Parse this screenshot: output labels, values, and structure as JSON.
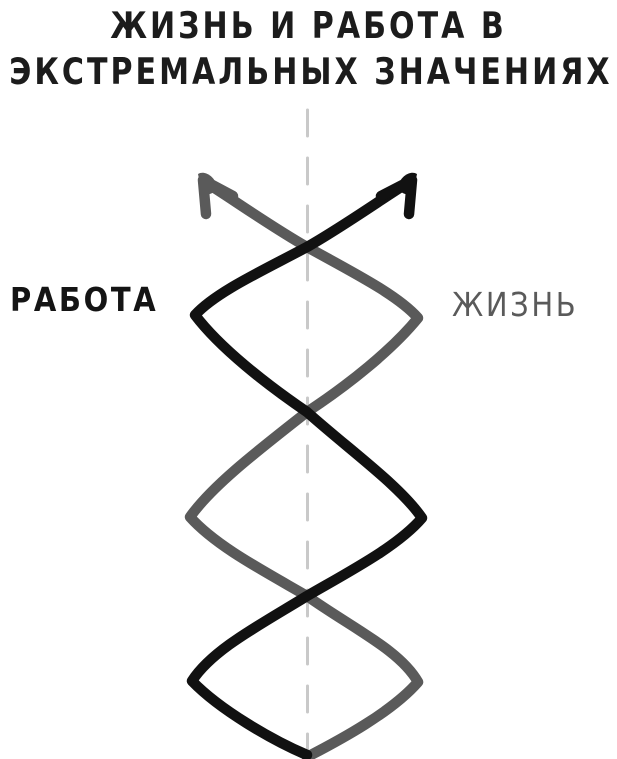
{
  "title": {
    "line1": "ЖИЗНЬ И РАБОТА В",
    "line2": "ЭКСТРЕМАЛЬНЫХ ЗНАЧЕНИЯХ"
  },
  "labels": {
    "work": "РАБОТА",
    "life": "ЖИЗНЬ"
  },
  "colors": {
    "work_line": "#111111",
    "life_line": "#5a5a5a",
    "axis_dashed": "#c9c9c9",
    "background": "#ffffff",
    "title_text": "#1c1c1c"
  },
  "chart_data": {
    "type": "line",
    "title": "ЖИЗНЬ И РАБОТА В ЭКСТРЕМАЛЬНЫХ ЗНАЧЕНИЯХ",
    "subtitle": "",
    "xlabel": "",
    "ylabel": "",
    "grid": false,
    "legend_position": "inline-left-right",
    "orientation": "vertical-axis-centered",
    "axis": {
      "center_x": 307,
      "style": "dashed",
      "top_y": 110,
      "bottom_y": 759
    },
    "xlim": [
      185,
      430
    ],
    "ylim": [
      170,
      759
    ],
    "series": [
      {
        "name": "РАБОТА",
        "color": "#111111",
        "label_side": "left",
        "arrow": {
          "present": true,
          "direction": "up-right",
          "x": 412,
          "y": 178
        },
        "points": [
          [
            307,
            755
          ],
          [
            192,
            681
          ],
          [
            307,
            596
          ],
          [
            422,
            518
          ],
          [
            307,
            412
          ],
          [
            195,
            315
          ],
          [
            307,
            247
          ],
          [
            412,
            178
          ]
        ]
      },
      {
        "name": "ЖИЗНЬ",
        "color": "#5a5a5a",
        "label_side": "right",
        "arrow": {
          "present": true,
          "direction": "up-left",
          "x": 202,
          "y": 178
        },
        "points": [
          [
            307,
            757
          ],
          [
            418,
            682
          ],
          [
            307,
            596
          ],
          [
            190,
            517
          ],
          [
            307,
            412
          ],
          [
            418,
            318
          ],
          [
            307,
            247
          ],
          [
            202,
            178
          ]
        ]
      }
    ],
    "annotations": [
      {
        "text": "РАБОТА",
        "x": 10,
        "y": 305,
        "color": "#141414"
      },
      {
        "text": "ЖИЗНЬ",
        "x": 452,
        "y": 310,
        "color": "#5a5a5a"
      }
    ],
    "crossings": [
      [
        307,
        247
      ],
      [
        307,
        412
      ],
      [
        307,
        596
      ],
      [
        307,
        755
      ]
    ],
    "description": "Two hand-drawn oscillating lines crossing repeatedly around a dashed vertical center axis, each terminating in an upward arrow; the black line is labelled РАБОТА (work) and the gray line ЖИЗНЬ (life)."
  }
}
